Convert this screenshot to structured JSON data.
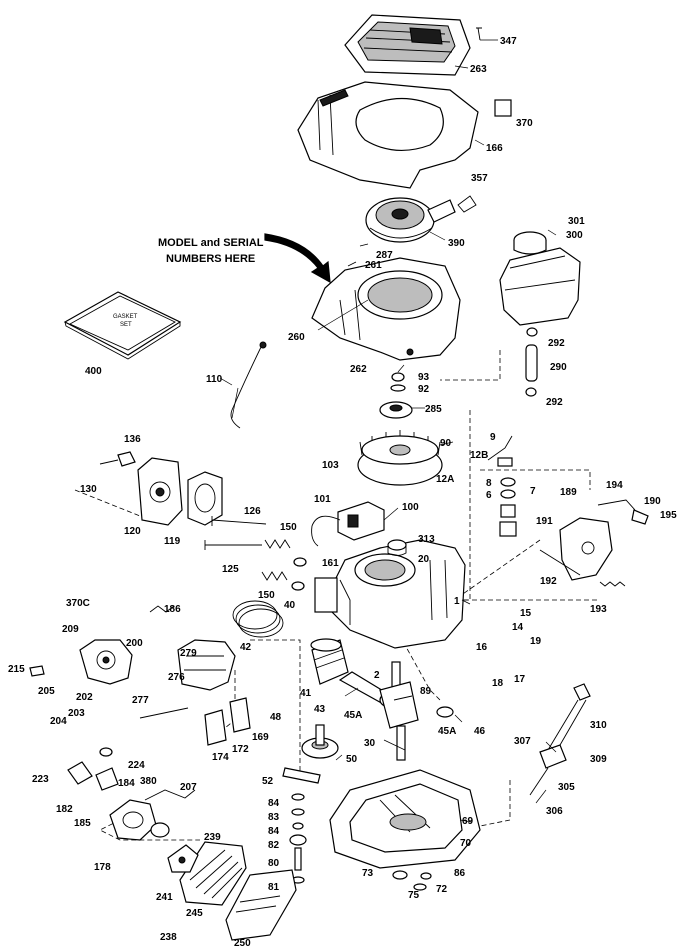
{
  "callout": {
    "line1": "MODEL and SERIAL",
    "line2": "NUMBERS HERE"
  },
  "gasket_set_text": {
    "line1": "GASKET",
    "line2": "SET"
  },
  "part_labels": [
    "347",
    "263",
    "370",
    "166",
    "357",
    "390",
    "301",
    "300",
    "287",
    "261",
    "260",
    "292",
    "290",
    "292",
    "262",
    "93",
    "92",
    "285",
    "400",
    "110",
    "136",
    "130",
    "120",
    "119",
    "90",
    "9",
    "12B",
    "12A",
    "8",
    "6",
    "7",
    "103",
    "101",
    "100",
    "126",
    "150",
    "125",
    "161",
    "313",
    "20",
    "150",
    "40",
    "1",
    "189",
    "194",
    "190",
    "191",
    "195",
    "192",
    "193",
    "370C",
    "186",
    "209",
    "200",
    "215",
    "205",
    "202",
    "204",
    "203",
    "279",
    "276",
    "42",
    "15",
    "14",
    "19",
    "16",
    "18",
    "17",
    "277",
    "41",
    "43",
    "2",
    "89",
    "45A",
    "45A",
    "46",
    "30",
    "48",
    "169",
    "172",
    "174",
    "224",
    "223",
    "182",
    "185",
    "184",
    "380",
    "207",
    "52",
    "50",
    "84",
    "83",
    "84",
    "82",
    "80",
    "81",
    "239",
    "178",
    "310",
    "307",
    "309",
    "305",
    "306",
    "69",
    "70",
    "73",
    "75",
    "72",
    "86",
    "241",
    "245",
    "238",
    "250"
  ]
}
